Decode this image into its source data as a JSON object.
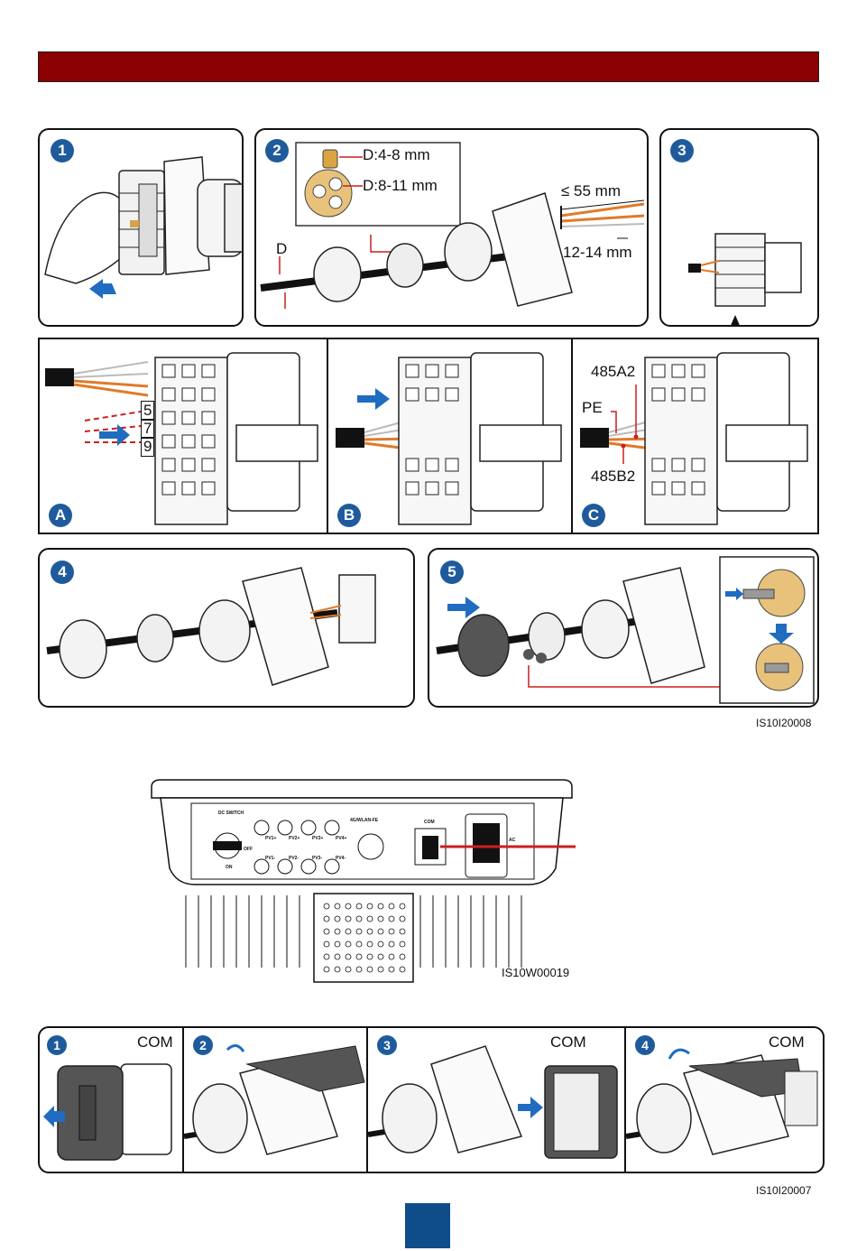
{
  "figure1": {
    "steps": [
      "1",
      "2",
      "3",
      "4",
      "5"
    ],
    "sub_steps": [
      "A",
      "B",
      "C"
    ],
    "dim_small": "D:4-8 mm",
    "dim_large": "D:8-11 mm",
    "strip_length": "≤ 55 mm",
    "strip_end": "12-14 mm",
    "diameter": "D",
    "pin_labels": [
      "5",
      "7",
      "9"
    ],
    "wire_485a2": "485A2",
    "wire_pe": "PE",
    "wire_485b2": "485B2",
    "code": "IS10I20008"
  },
  "figure2": {
    "labels": {
      "dc_switch": "DC SWITCH",
      "off": "OFF",
      "on": "ON",
      "antenna": "4G/WLAN-FE",
      "com": "COM",
      "ac": "AC",
      "pv": [
        "PV1+",
        "PV2+",
        "PV3+",
        "PV4+",
        "PV1-",
        "PV2-",
        "PV3-",
        "PV4-"
      ]
    },
    "code": "IS10W00019"
  },
  "figure3": {
    "steps": [
      "1",
      "2",
      "3",
      "4"
    ],
    "com_label": "COM",
    "code": "IS10I20007"
  },
  "colors": {
    "banner": "#8b0000",
    "step_badge": "#1f5b9c",
    "accent_red": "#cc1f1f",
    "wire_orange": "#e07a2a"
  }
}
